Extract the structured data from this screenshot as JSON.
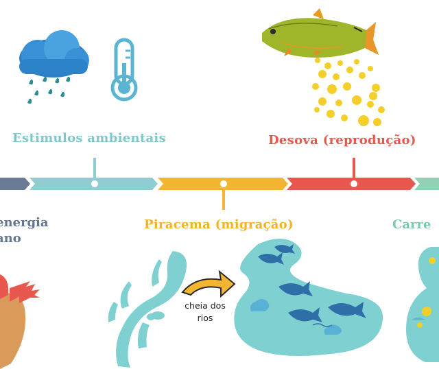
{
  "labels": {
    "environmental_stimuli": "Estimulos ambientais",
    "spawning": "Desova (reprodução)",
    "energy_line1": "energia",
    "energy_line2": "ano",
    "migration": "Piracema (migração)",
    "carry": "Carre",
    "river_flood": "cheia dos rios"
  },
  "colors": {
    "segment_gray": "#6b7b95",
    "segment_teal": "#8ecdd0",
    "segment_yellow": "#f2b632",
    "segment_red": "#e9584f",
    "segment_green": "#8fd3b4",
    "water": "#7fd0d1",
    "fish_blue": "#2e6fa7",
    "egg_yellow": "#f4cf2a",
    "salmon_red": "#e9584f"
  },
  "icons": [
    "rain-cloud-icon",
    "thermometer-icon",
    "golden-fish-icon",
    "fish-eggs-icon",
    "flood-arrow-icon",
    "river-icon",
    "lake-icon"
  ]
}
